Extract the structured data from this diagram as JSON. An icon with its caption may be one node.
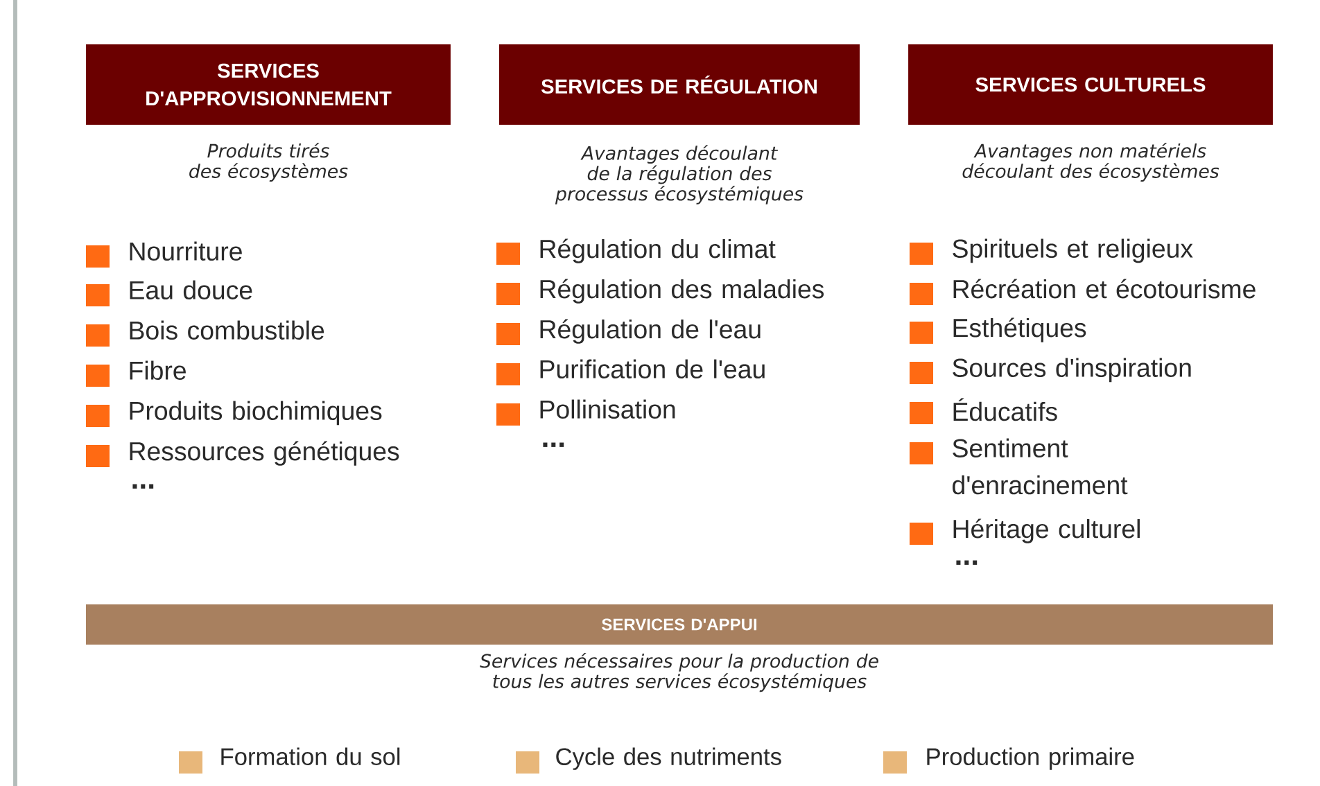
{
  "diagram": {
    "nodes": [
      {
        "text": [
          "SERVICES D'APPROVISIONNEMENT"
        ],
        "beside": [
          "Produits tirés des écosystèmes"
        ]
      },
      {
        "text": [
          "SERVICES DE RÉGULATION"
        ],
        "beside": [
          "Avantages découlant de la régulation des processus écosystémiques"
        ]
      },
      {
        "text": [
          "SERVICES CULTURELS"
        ],
        "beside": [
          "Avantages non matériels découlant des écosystèmes"
        ]
      },
      {
        "text": [
          "SERVICES D'APPUI"
        ],
        "beside": [
          "Services nécessaires pour la production de tous les autres services écosystémiques"
        ]
      }
    ],
    "labels": [
      "Nourriture",
      "Eau douce",
      "Bois combustible",
      "Fibre",
      "Produits biochimiques",
      "Ressources génétiques",
      "...",
      "Régulation du climat",
      "Régulation des maladies",
      "Régulation de l'eau",
      "Purification de l'eau",
      "Pollinisation",
      "...",
      "Spirituels et religieux",
      "Récréation et écotourisme",
      "Esthétiques",
      "Sources d'inspiration",
      "Éducatifs",
      "Sentiment d'enracinement",
      "Héritage culturel",
      "...",
      "Formation du sol",
      "Cycle des nutriments",
      "Production primaire"
    ]
  }
}
